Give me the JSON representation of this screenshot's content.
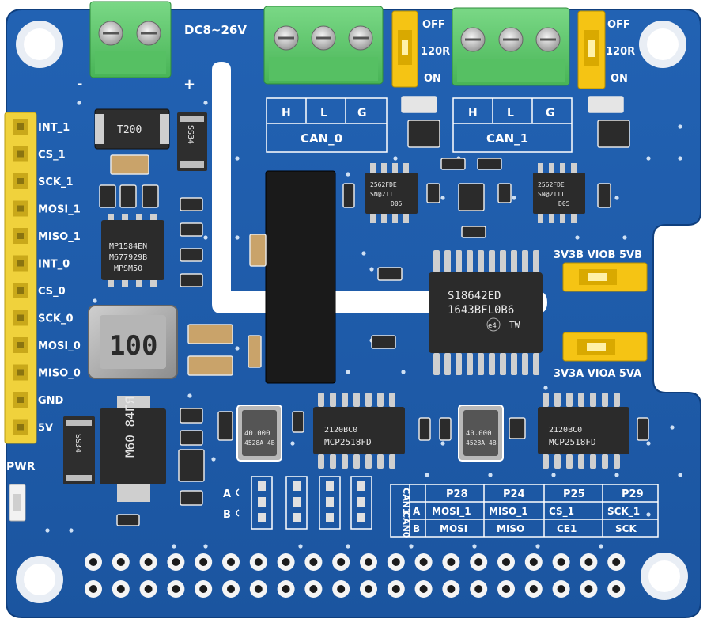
{
  "power_label": "DC8~26V",
  "power_minus": "-",
  "power_plus": "+",
  "jumper_off": "OFF",
  "jumper_120r": "120R",
  "jumper_on": "ON",
  "can_pins": {
    "h": "H",
    "l": "L",
    "g": "G"
  },
  "can0_label": "CAN_0",
  "can1_label": "CAN_1",
  "header_labels": [
    "INT_1",
    "CS_1",
    "SCK_1",
    "MOSI_1",
    "MISO_1",
    "INT_0",
    "CS_0",
    "SCK_0",
    "MOSI_0",
    "MISO_0",
    "GND",
    "5V"
  ],
  "pwr_label": "PWR",
  "transistor_label": "T200",
  "diode_label": "SS34",
  "diode_label_2": "SS34",
  "regulator_lines": [
    "MP1584EN",
    "M677929B",
    "MPSM50"
  ],
  "inductor_label": "100",
  "mosfet_label": "M60\n84ГЯ",
  "tja_lines": [
    "2562FDE",
    "SN@2111",
    "D05"
  ],
  "tja_lines_2": [
    "2562FDE",
    "SN@2111",
    "D05"
  ],
  "iso_lines": [
    "S18642ED",
    "1643BFL0B6",
    "TW"
  ],
  "iso_badge": "e4",
  "mcp_lines": [
    "2120BC0",
    "MCP2518FD"
  ],
  "mcp_lines_2": [
    "2120BC0",
    "MCP2518FD"
  ],
  "crystal_lines": [
    "40.000",
    "4528A 4B"
  ],
  "crystal_lines_2": [
    "40.000",
    "4528A 4B"
  ],
  "voltage_top": "3V3B VIOB 5VB",
  "voltage_bottom": "3V3A VIOA 5VA",
  "ab_labels": {
    "a": "A",
    "b": "B"
  },
  "mapping": {
    "row_heads": [
      "CAN1",
      "CAN0"
    ],
    "ab": [
      "A",
      "B"
    ],
    "cols": [
      "P28",
      "P24",
      "P25",
      "P29"
    ],
    "row_a": [
      "MOSI_1",
      "MISO_1",
      "CS_1",
      "SCK_1"
    ],
    "row_b": [
      "MOSI",
      "MISO",
      "CE1",
      "SCK"
    ]
  },
  "colors": {
    "pcb": "#1e5aa8",
    "pcb_dark": "#164a8e",
    "terminal": "#5fcb6b",
    "jumper": "#f5c414",
    "header_pin": "#f0d23c",
    "ic": "#2b2b2b",
    "silk": "#ffffff"
  }
}
